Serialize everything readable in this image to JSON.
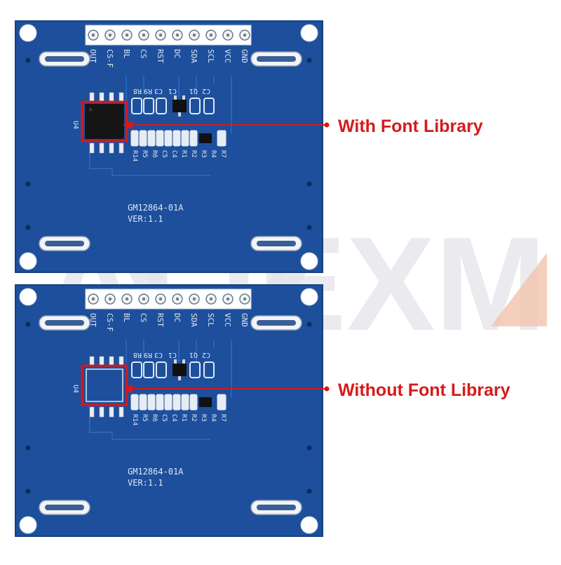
{
  "colors": {
    "pcb": "#1d4f9c",
    "pcb_edge": "#15427f",
    "silk": "#dfe8f4",
    "highlight": "#e01414",
    "callout_text": "#d61a1a",
    "watermark": "#e4e4ea",
    "watermark_accent": "#f2c3ad"
  },
  "watermark": {
    "text": "ALIEXM"
  },
  "boards": [
    {
      "pins": [
        "OUT",
        "CS-F",
        "BL",
        "CS",
        "RST",
        "DC",
        "SDA",
        "SCL",
        "VCC",
        "GND"
      ],
      "model": "GM12864-01A",
      "version": "VER:1.1",
      "chip_label": "U4",
      "font_chip_populated": true,
      "callout": "With Font Library"
    },
    {
      "pins": [
        "OUT",
        "CS-F",
        "BL",
        "CS",
        "RST",
        "DC",
        "SDA",
        "SCL",
        "VCC",
        "GND"
      ],
      "model": "GM12864-01A",
      "version": "VER:1.1",
      "chip_label": "U4",
      "font_chip_populated": false,
      "callout": "Without Font Library"
    }
  ]
}
